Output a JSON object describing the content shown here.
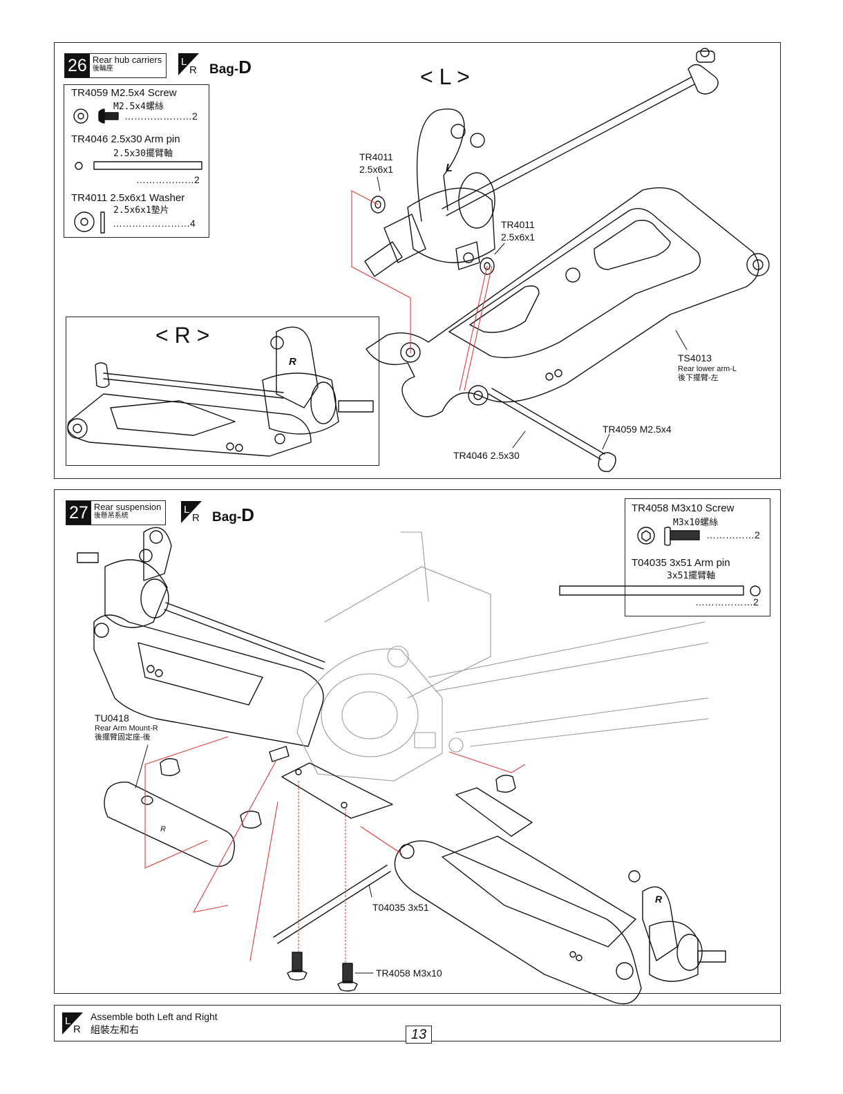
{
  "step26": {
    "number": "26",
    "title": "Rear hub carriers",
    "title_zh": "後輪座",
    "bag_prefix": "Bag-",
    "bag_letter": "D",
    "left_heading": "< L >",
    "right_heading": "< R >",
    "parts": [
      {
        "title": "TR4059 M2.5x4 Screw",
        "zh": "M2.5x4螺絲",
        "qty": "…………………2"
      },
      {
        "title": "TR4046 2.5x30 Arm pin",
        "zh": "2.5x30擺臂軸",
        "qty": "………………2"
      },
      {
        "title": "TR4011 2.5x6x1 Washer",
        "zh": "2.5x6x1墊片",
        "qty": "……………………4"
      }
    ],
    "callouts": {
      "washer_top": "TR4011",
      "washer_top_size": "2.5x6x1",
      "washer_mid": "TR4011",
      "washer_mid_size": "2.5x6x1",
      "arm_code": "TS4013",
      "arm_en": "Rear lower arm-L",
      "arm_zh": "後下擺臂-左",
      "screw": "TR4059 M2.5x4",
      "pin": "TR4046 2.5x30"
    }
  },
  "step27": {
    "number": "27",
    "title": "Rear suspension",
    "title_zh": "後懸吊系統",
    "bag_prefix": "Bag-",
    "bag_letter": "D",
    "parts": [
      {
        "title": "TR4058 M3x10 Screw",
        "zh": "M3x10螺絲",
        "qty": "……………2"
      },
      {
        "title": "T04035 3x51 Arm pin",
        "zh": "3x51擺臂軸",
        "qty": "………………2"
      }
    ],
    "callouts": {
      "mount_code": "TU0418",
      "mount_en": "Rear Arm Mount-R",
      "mount_zh": "後擺臂固定座-後",
      "pin": "T04035 3x51",
      "screw": "TR4058 M3x10"
    }
  },
  "footer": {
    "note_en": "Assemble both Left and Right",
    "note_zh": "組裝左和右",
    "page_number": "13"
  },
  "icons": {
    "lr": "L/R",
    "lr_l": "L",
    "lr_r": "R"
  }
}
